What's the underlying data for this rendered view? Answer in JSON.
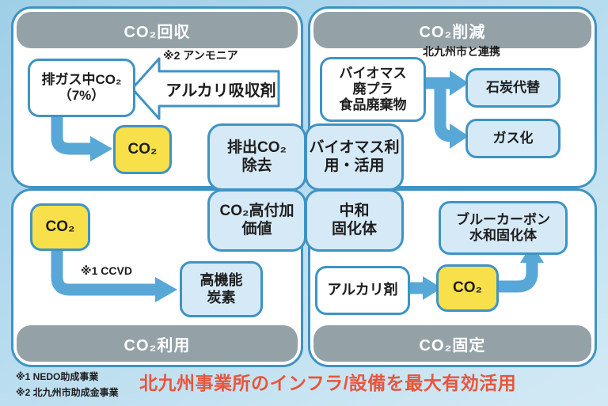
{
  "colors": {
    "border_blue": "#3f93c4",
    "arrow_blue": "#57a7d7",
    "box_lightblue": "#d6e9f6",
    "box_yellow": "#f8e04b",
    "bar_gray": "#94a2a8",
    "slogan_red": "#e8553c"
  },
  "quadrants": {
    "capture": {
      "title": "CO₂回収"
    },
    "reduction": {
      "title": "CO₂削減"
    },
    "utilization": {
      "title": "CO₂利用"
    },
    "fixation": {
      "title": "CO₂固定"
    }
  },
  "boxes": {
    "exhaust_gas": "排ガス中CO₂\n（7%）",
    "alkali_absorbent": "アルカリ吸収剤",
    "co2_captured": "CO₂",
    "emission_removal": "排出CO₂\n除去",
    "biomass_use": "バイオマス利用・活用",
    "co2_high_value": "CO₂高付加\n価値",
    "neutral_solidified": "中和\n固化体",
    "biomass_waste": "バイオマス\n廃プラ\n食品廃棄物",
    "coal_substitute": "石炭代替",
    "gasification": "ガス化",
    "blue_carbon": "ブルーカーボン\n水和固化体",
    "alkali_agent": "アルカリ剤",
    "co2_fixed": "CO₂",
    "co2_source": "CO₂",
    "high_function_carbon": "高機能\n炭素"
  },
  "labels": {
    "ammonia": "※2 アンモニア",
    "kitakyushu": "北九州市と連携",
    "ccvd": "※1 CCVD",
    "note1": "※1 NEDO助成事業",
    "note2": "※2 北九州市助成金事業",
    "slogan": "北九州事業所のインフラ/設備を最大有効活用"
  }
}
